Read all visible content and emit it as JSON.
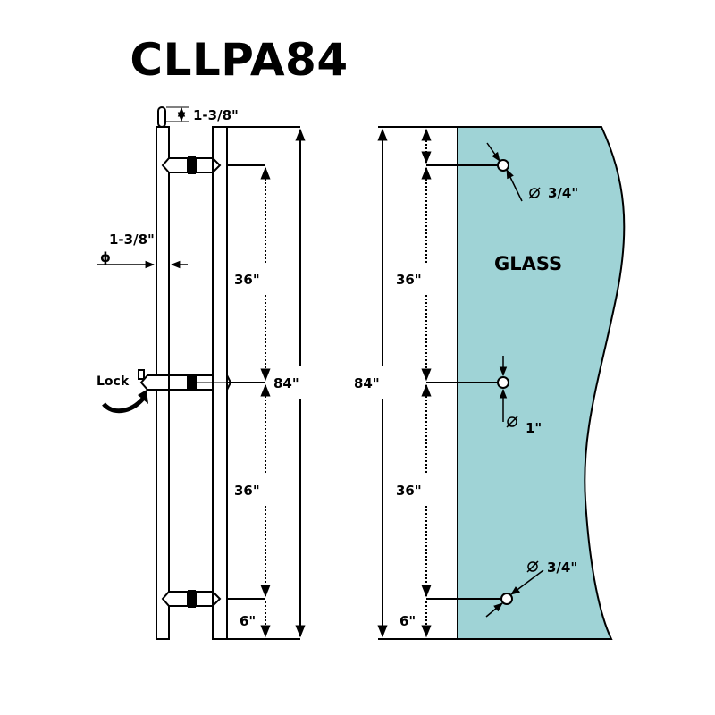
{
  "title": "CLLPA84",
  "colors": {
    "glass": "#9fd3d6",
    "ink": "#000000",
    "background": "#ffffff"
  },
  "left_view": {
    "top_tip_dim": "1-3/8\"",
    "diameter_symbol": "ϕ",
    "diameter_dim": "1-3/8\"",
    "upper_spacing": "36\"",
    "lower_spacing": "36\"",
    "bottom_offset": "6\"",
    "overall_height": "84\"",
    "lock_label": "Lock"
  },
  "right_view": {
    "glass_label": "GLASS",
    "overall_height": "84\"",
    "upper_spacing": "36\"",
    "lower_spacing": "36\"",
    "bottom_offset": "6\"",
    "top_hole_dia": "3/4\"",
    "middle_hole_dia": "1\"",
    "bottom_hole_dia": "3/4\""
  }
}
